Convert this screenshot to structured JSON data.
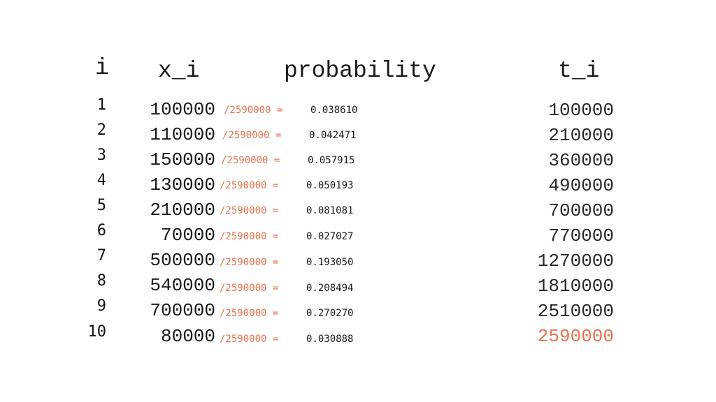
{
  "headers": {
    "i": "i",
    "x": "x_i",
    "probability": "probability",
    "t": "t_i"
  },
  "divisor_text": "/2590000 =",
  "accent_color": "#e8714e",
  "rows": [
    {
      "i": "1",
      "x": "100000",
      "p": "0.038610",
      "t": "100000"
    },
    {
      "i": "2",
      "x": "110000",
      "p": "0.042471",
      "t": "210000"
    },
    {
      "i": "3",
      "x": "150000",
      "p": "0.057915",
      "t": "360000"
    },
    {
      "i": "4",
      "x": "130000",
      "p": "0.050193",
      "t": "490000"
    },
    {
      "i": "5",
      "x": "210000",
      "p": "0.081081",
      "t": "700000"
    },
    {
      "i": "6",
      "x": "70000",
      "p": "0.027027",
      "t": "770000"
    },
    {
      "i": "7",
      "x": "500000",
      "p": "0.193050",
      "t": "1270000"
    },
    {
      "i": "8",
      "x": "540000",
      "p": "0.208494",
      "t": "1810000"
    },
    {
      "i": "9",
      "x": "700000",
      "p": "0.270270",
      "t": "2510000"
    },
    {
      "i": "10",
      "x": "80000",
      "p": "0.030888",
      "t": "2590000"
    }
  ]
}
